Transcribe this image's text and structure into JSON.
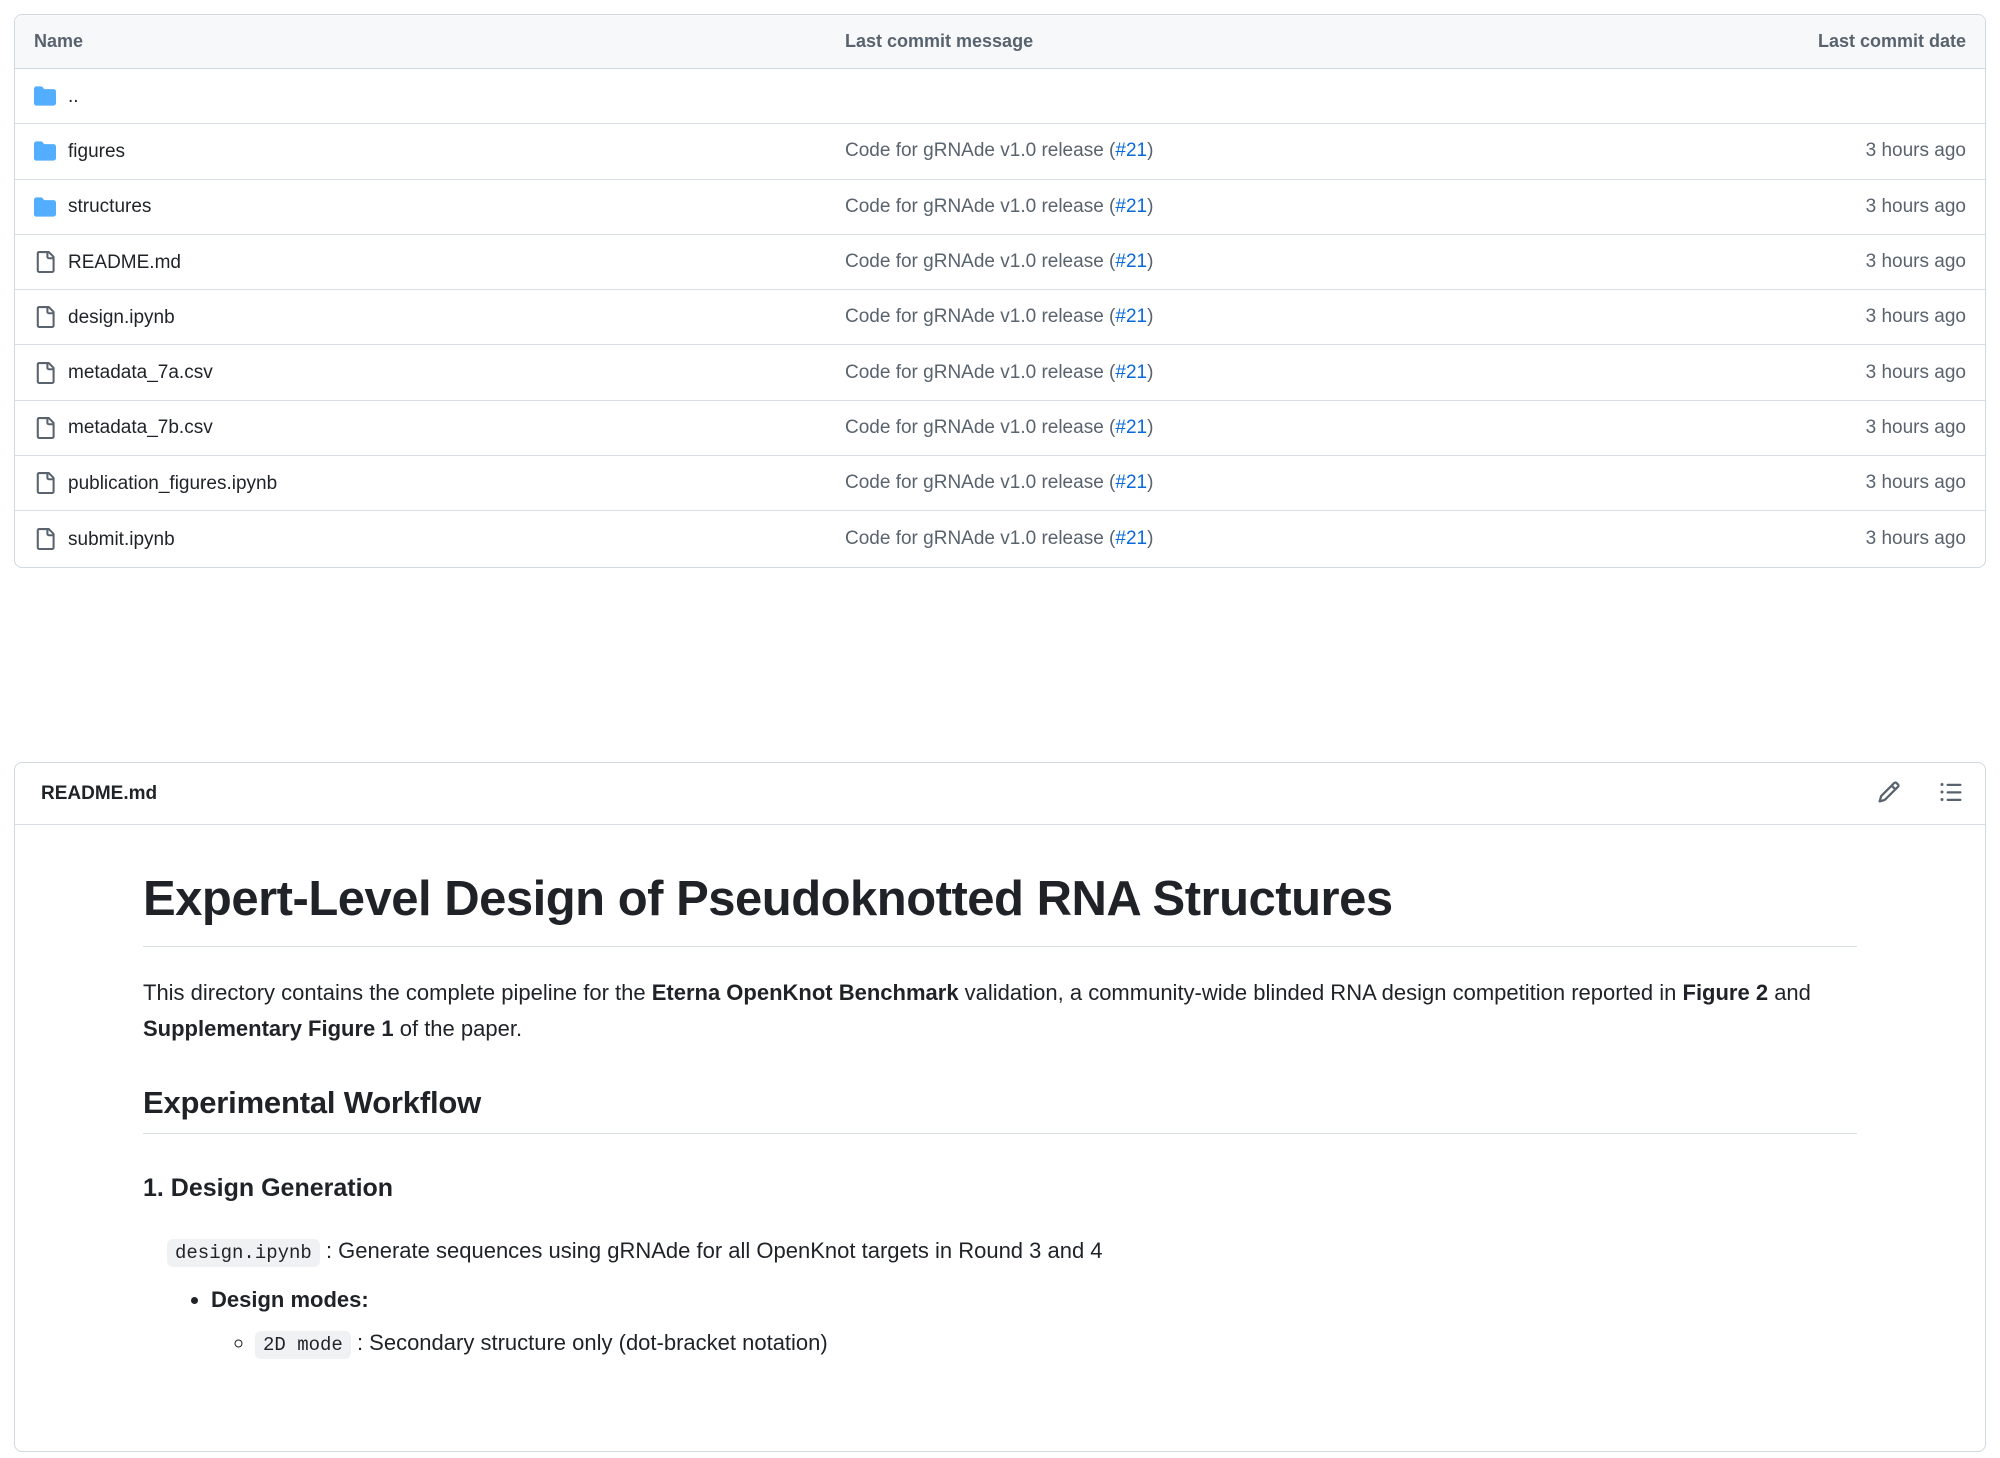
{
  "file_table": {
    "columns": {
      "name": "Name",
      "message": "Last commit message",
      "date": "Last commit date"
    },
    "rows": [
      {
        "icon": "folder-icon",
        "kind": "folder",
        "name": "..",
        "message_prefix": "",
        "issue": "",
        "message_suffix": "",
        "date": ""
      },
      {
        "icon": "folder-icon",
        "kind": "folder",
        "name": "figures",
        "message_prefix": "Code for gRNAde v1.0 release (",
        "issue": "#21",
        "message_suffix": ")",
        "date": "3 hours ago"
      },
      {
        "icon": "folder-icon",
        "kind": "folder",
        "name": "structures",
        "message_prefix": "Code for gRNAde v1.0 release (",
        "issue": "#21",
        "message_suffix": ")",
        "date": "3 hours ago"
      },
      {
        "icon": "file-icon",
        "kind": "file",
        "name": "README.md",
        "message_prefix": "Code for gRNAde v1.0 release (",
        "issue": "#21",
        "message_suffix": ")",
        "date": "3 hours ago"
      },
      {
        "icon": "file-icon",
        "kind": "file",
        "name": "design.ipynb",
        "message_prefix": "Code for gRNAde v1.0 release (",
        "issue": "#21",
        "message_suffix": ")",
        "date": "3 hours ago"
      },
      {
        "icon": "file-icon",
        "kind": "file",
        "name": "metadata_7a.csv",
        "message_prefix": "Code for gRNAde v1.0 release (",
        "issue": "#21",
        "message_suffix": ")",
        "date": "3 hours ago"
      },
      {
        "icon": "file-icon",
        "kind": "file",
        "name": "metadata_7b.csv",
        "message_prefix": "Code for gRNAde v1.0 release (",
        "issue": "#21",
        "message_suffix": ")",
        "date": "3 hours ago"
      },
      {
        "icon": "file-icon",
        "kind": "file",
        "name": "publication_figures.ipynb",
        "message_prefix": "Code for gRNAde v1.0 release (",
        "issue": "#21",
        "message_suffix": ")",
        "date": "3 hours ago"
      },
      {
        "icon": "file-icon",
        "kind": "file",
        "name": "submit.ipynb",
        "message_prefix": "Code for gRNAde v1.0 release (",
        "issue": "#21",
        "message_suffix": ")",
        "date": "3 hours ago"
      }
    ]
  },
  "readme": {
    "filename": "README.md",
    "edit_icon": "pencil-icon",
    "outline_icon": "list-unordered-icon",
    "h1": "Expert-Level Design of Pseudoknotted RNA Structures",
    "intro": {
      "part1": "This directory contains the complete pipeline for the ",
      "bold1": "Eterna OpenKnot Benchmark",
      "part2": " validation, a community-wide blinded RNA design competition reported in ",
      "bold2": "Figure 2",
      "part3": " and ",
      "bold3": "Supplementary Figure 1",
      "part4": " of the paper."
    },
    "h2_workflow": "Experimental Workflow",
    "h3_design": "1. Design Generation",
    "design_line": {
      "code": "design.ipynb",
      "text": " : Generate sequences using gRNAde for all OpenKnot targets in Round 3 and 4"
    },
    "bullets": {
      "design_modes_label": "Design modes:",
      "mode_2d_code": "2D mode",
      "mode_2d_text": " : Secondary structure only (dot-bracket notation)"
    }
  },
  "colors": {
    "folder_blue": "#54aeff",
    "link_blue": "#0969da",
    "muted_text": "#59636e",
    "border": "#d1d9e0",
    "header_bg": "#f6f8fa",
    "code_bg": "#eff1f3"
  }
}
